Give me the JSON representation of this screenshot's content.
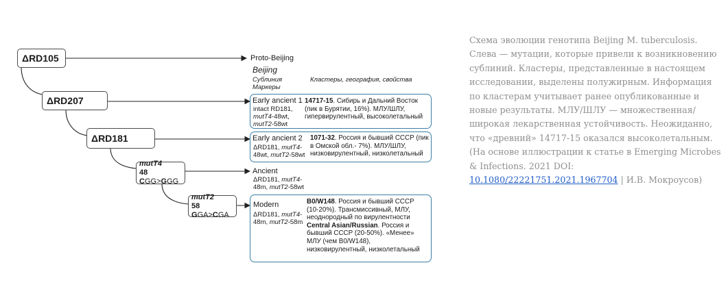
{
  "tree": {
    "rd105": "ΔRD105",
    "rd207": "ΔRD207",
    "rd181": "ΔRD181",
    "mutT4": {
      "name": "mutT4",
      "line_pre": "48 ",
      "b1": "C",
      "mid": "GG>",
      "b2": "G",
      "post": "GG"
    },
    "mutT2": {
      "name": "mutT2",
      "line_pre": "58 ",
      "b1": "G",
      "mid": "GA>",
      "b2": "C",
      "post": "GA"
    }
  },
  "proto": "Proto-Beijing",
  "header": {
    "beijing": "Beijing",
    "sublineages": "Сублиния",
    "markers": "Маркеры",
    "clusters": "Кластеры, география, свойства"
  },
  "sublineages": {
    "early1": {
      "name": "Early ancient 1",
      "m1": "intact RD181,",
      "m2": "mutT4",
      "m2b": "-48wt,",
      "m3": "mutT2",
      "m3b": "-58wt"
    },
    "early2": {
      "name": "Early ancient 2",
      "m1": "ΔRD181, ",
      "m1i": "mutT4",
      "m1b": "-",
      "m2": "48wt, ",
      "m2i": "mutT2",
      "m2b": "-58wt"
    },
    "ancient": {
      "name": "Ancient",
      "m1": "ΔRD181, ",
      "m1i": "mutT4",
      "m1b": "-",
      "m2": "48m, ",
      "m2i": "mutT2",
      "m2b": "-58wt"
    },
    "modern": {
      "name": "Modern",
      "m1": "ΔRD181, ",
      "m1i": "mutT4",
      "m1b": "-",
      "m2": "48m, ",
      "m2i": "mutT2",
      "m2b": "-58m"
    }
  },
  "clusters": {
    "c1": {
      "bold": "14717-15",
      "l1": ". Сибирь и Дальний Восток",
      "l2": "(пик в Бурятии, 16%). МЛУ/ШЛУ,",
      "l3": "гипервирулентный, высоколетальный"
    },
    "c2": {
      "bold": "1071-32",
      "l1": ". Россия и бывший СССР (пик",
      "l2": "в Омской обл.- 7%). МЛУ/ШЛУ,",
      "l3": "низковирулентный, низколетальный"
    },
    "c3": {
      "bold1": "B0/W148",
      "l1": ". Россия и бывший СССР",
      "l2": "(10-20%). Трансмиссивный, МЛУ,",
      "l3": "неоднородный по вирулентности",
      "bold2": "Central Asian/Russian",
      "l4": ". Россия и",
      "l5": "бывший СССР (20-50%). «Менее»",
      "l6": "МЛУ (чем B0/W148),",
      "l7": "низковирулентный, низколетальный"
    }
  },
  "caption": {
    "text": "Схема эволюции генотипа Beijing M. tuberculosis. Слева — мутации, которые привели к возникновению сублиний. Кластеры, представленные в настоящем исследовании, выделены полужирным. Информация по кластерам учитывает ранее опубликованные и новые результаты. МЛУ/ШЛУ — множественная/широкая лекарственная устойчивость. Неожиданно, что «древний» 14717-15 оказался высоколетальным. (На основе иллюстрации к статье в Emerging Microbes & Infections. 2021 DOI: ",
    "doi": "10.1080/22221751.2021.1967704",
    "credit": " | И.В. Мокроусов)"
  }
}
